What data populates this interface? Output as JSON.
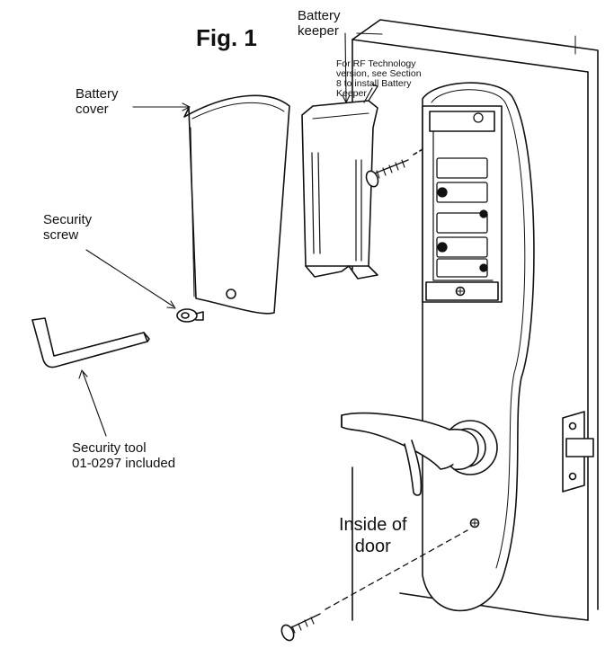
{
  "figure": {
    "title": "Fig. 1",
    "labels": {
      "battery_keeper": "Battery\nkeeper",
      "rf_note": "For RF Technology\nversion, see Section\n8 to install Battery\nKeeper",
      "battery_cover": "Battery\ncover",
      "security_screw": "Security\nscrew",
      "security_tool": "Security tool\n01-0297 included",
      "inside_of_door": "Inside of\ndoor"
    }
  }
}
